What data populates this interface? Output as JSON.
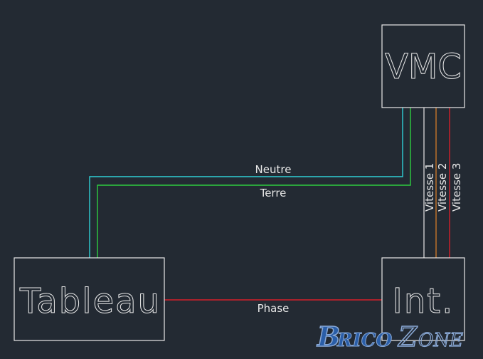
{
  "boxes": {
    "vmc": "VMC",
    "tableau": "Tableau",
    "interrupteur": "Int."
  },
  "wires": {
    "neutre": "Neutre",
    "terre": "Terre",
    "phase": "Phase",
    "vitesse1": "Vitesse 1",
    "vitesse2": "Vitesse 2",
    "vitesse3": "Vitesse 3"
  },
  "colors": {
    "background": "#232a33",
    "box_outline": "#e8e8e8",
    "neutre": "#2fd0d6",
    "terre": "#2ecc40",
    "phase": "#d61f2a",
    "vitesse1": "#e8e8e8",
    "vitesse2": "#c8762a",
    "vitesse3": "#d61f2a",
    "watermark_blue": "#2a5ea8",
    "watermark_light": "#8aa9d6"
  },
  "watermark": "BricoZone"
}
